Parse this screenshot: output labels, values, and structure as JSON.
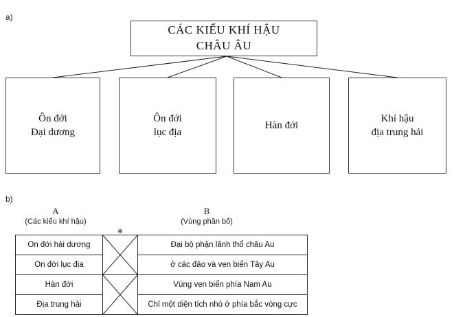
{
  "sections": {
    "a_label": "a)",
    "b_label": "b)"
  },
  "diagram_a": {
    "root": {
      "line1": "CÁC KIỂU KHÍ HẬU",
      "line2": "CHÂU ÂU"
    },
    "leaves": [
      {
        "line1": "Ôn đới",
        "line2": "Đại dương"
      },
      {
        "line1": "Ôn đới",
        "line2": "lục địa"
      },
      {
        "line1": "Hàn đới",
        "line2": ""
      },
      {
        "line1": "Khí hậu",
        "line2": "địa trung hải"
      }
    ],
    "colors": {
      "box_border": "#3a3a3a",
      "connector": "#1f1f1f",
      "text": "#111111",
      "background": "#ffffff"
    }
  },
  "matching_b": {
    "headers": {
      "a_letter": "A",
      "a_sub": "(Các kiểu khí hậu)",
      "b_letter": "B",
      "b_sub": "(Vùng phân bố)"
    },
    "star_mark": "✻",
    "rows": [
      {
        "left": "On đới hải dương",
        "right": "Đại bộ phận lãnh thổ châu Au"
      },
      {
        "left": "On đới lục địa",
        "right": "ở các đảo và ven biển Tây Au"
      },
      {
        "left": "Hàn đới",
        "right": "Vùng ven biển phía Nam Au"
      },
      {
        "left": "Địa trung hải",
        "right": "Chỉ một diện tích nhỏ ở phía bắc vòng cực"
      }
    ]
  }
}
